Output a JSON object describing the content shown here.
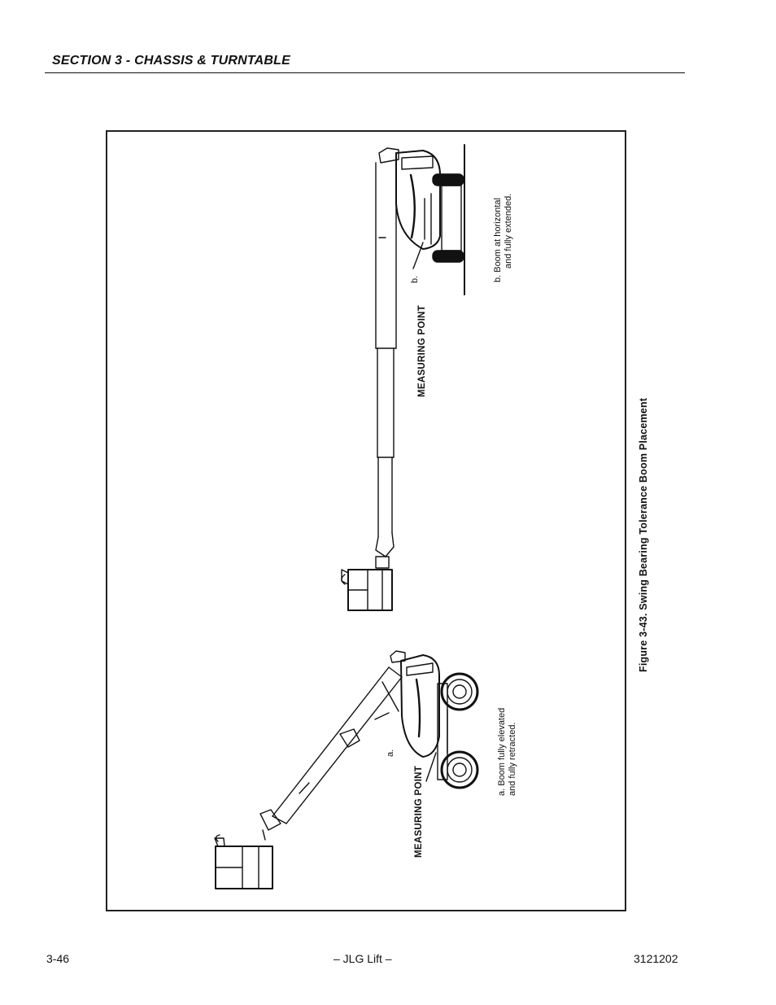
{
  "header": {
    "section_title": "SECTION 3 - CHASSIS & TURNTABLE"
  },
  "figure": {
    "caption": "Figure 3-43.  Swing Bearing Tolerance Boom Placement",
    "position_a": {
      "marker": "a.",
      "measuring_point": "MEASURING POINT",
      "description_line1": "a. Boom fully elevated",
      "description_line2": "and fully retracted."
    },
    "position_b": {
      "marker": "b.",
      "measuring_point": "MEASURING POINT",
      "description_line1": "b. Boom at horizontal",
      "description_line2": "and fully extended."
    }
  },
  "footer": {
    "page_number": "3-46",
    "center_text": "– JLG Lift –",
    "doc_number": "3121202"
  }
}
